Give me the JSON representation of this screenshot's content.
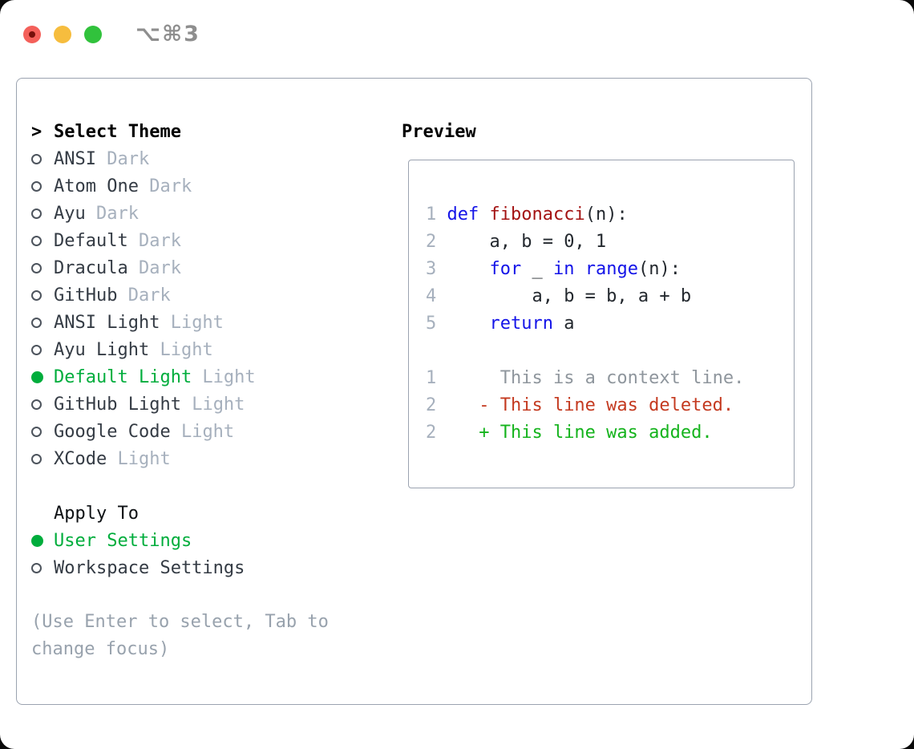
{
  "window": {
    "title": "⌥⌘3"
  },
  "list": {
    "prompt": ">",
    "title": "Select Theme"
  },
  "themes": [
    {
      "name": "ANSI",
      "variant": "Dark",
      "selected": false
    },
    {
      "name": "Atom One",
      "variant": "Dark",
      "selected": false
    },
    {
      "name": "Ayu",
      "variant": "Dark",
      "selected": false
    },
    {
      "name": "Default",
      "variant": "Dark",
      "selected": false
    },
    {
      "name": "Dracula",
      "variant": "Dark",
      "selected": false
    },
    {
      "name": "GitHub",
      "variant": "Dark",
      "selected": false
    },
    {
      "name": "ANSI Light",
      "variant": "Light",
      "selected": false
    },
    {
      "name": "Ayu Light",
      "variant": "Light",
      "selected": false
    },
    {
      "name": "Default Light",
      "variant": "Light",
      "selected": true
    },
    {
      "name": "GitHub Light",
      "variant": "Light",
      "selected": false
    },
    {
      "name": "Google Code",
      "variant": "Light",
      "selected": false
    },
    {
      "name": "XCode",
      "variant": "Light",
      "selected": false
    }
  ],
  "apply": {
    "label": "Apply To",
    "options": [
      {
        "name": "User Settings",
        "selected": true
      },
      {
        "name": "Workspace Settings",
        "selected": false
      }
    ]
  },
  "help": {
    "text": "(Use Enter to select, Tab to change focus)"
  },
  "preview": {
    "label": "Preview",
    "lines": [
      {
        "num": "1",
        "tokens": [
          [
            "pl",
            " "
          ],
          [
            "kw",
            "def"
          ],
          [
            "pl",
            " "
          ],
          [
            "fn",
            "fibonacci"
          ],
          [
            "pl",
            "(n):"
          ]
        ]
      },
      {
        "num": "2",
        "tokens": [
          [
            "pl",
            "     a, b = 0, 1"
          ]
        ]
      },
      {
        "num": "3",
        "tokens": [
          [
            "pl",
            "     "
          ],
          [
            "kw",
            "for"
          ],
          [
            "pl",
            " _ "
          ],
          [
            "kw",
            "in"
          ],
          [
            "pl",
            " "
          ],
          [
            "kw",
            "range"
          ],
          [
            "pl",
            "(n):"
          ]
        ]
      },
      {
        "num": "4",
        "tokens": [
          [
            "pl",
            "         a, b = b, a + b"
          ]
        ]
      },
      {
        "num": "5",
        "tokens": [
          [
            "pl",
            "     "
          ],
          [
            "kw",
            "return"
          ],
          [
            "pl",
            " a"
          ]
        ]
      },
      {
        "num": "",
        "tokens": []
      },
      {
        "num": "1",
        "tokens": [
          [
            "ctx",
            "      This is a context line."
          ]
        ]
      },
      {
        "num": "2",
        "tokens": [
          [
            "del",
            "    - This line was deleted."
          ]
        ]
      },
      {
        "num": "2",
        "tokens": [
          [
            "add",
            "    + This line was added."
          ]
        ]
      }
    ]
  },
  "colors": {
    "accent_green": "#00ad3c",
    "keyword_blue": "#1414e8",
    "function_red": "#a31212",
    "diff_deleted": "#c43a20",
    "diff_added": "#14b31c",
    "context_gray": "#8f969d",
    "line_number_gray": "#a6b0bd",
    "border_gray": "#9ba3b0",
    "traffic_red": "#f4605a",
    "traffic_yellow": "#f6bd3e",
    "traffic_green": "#31c23c"
  }
}
